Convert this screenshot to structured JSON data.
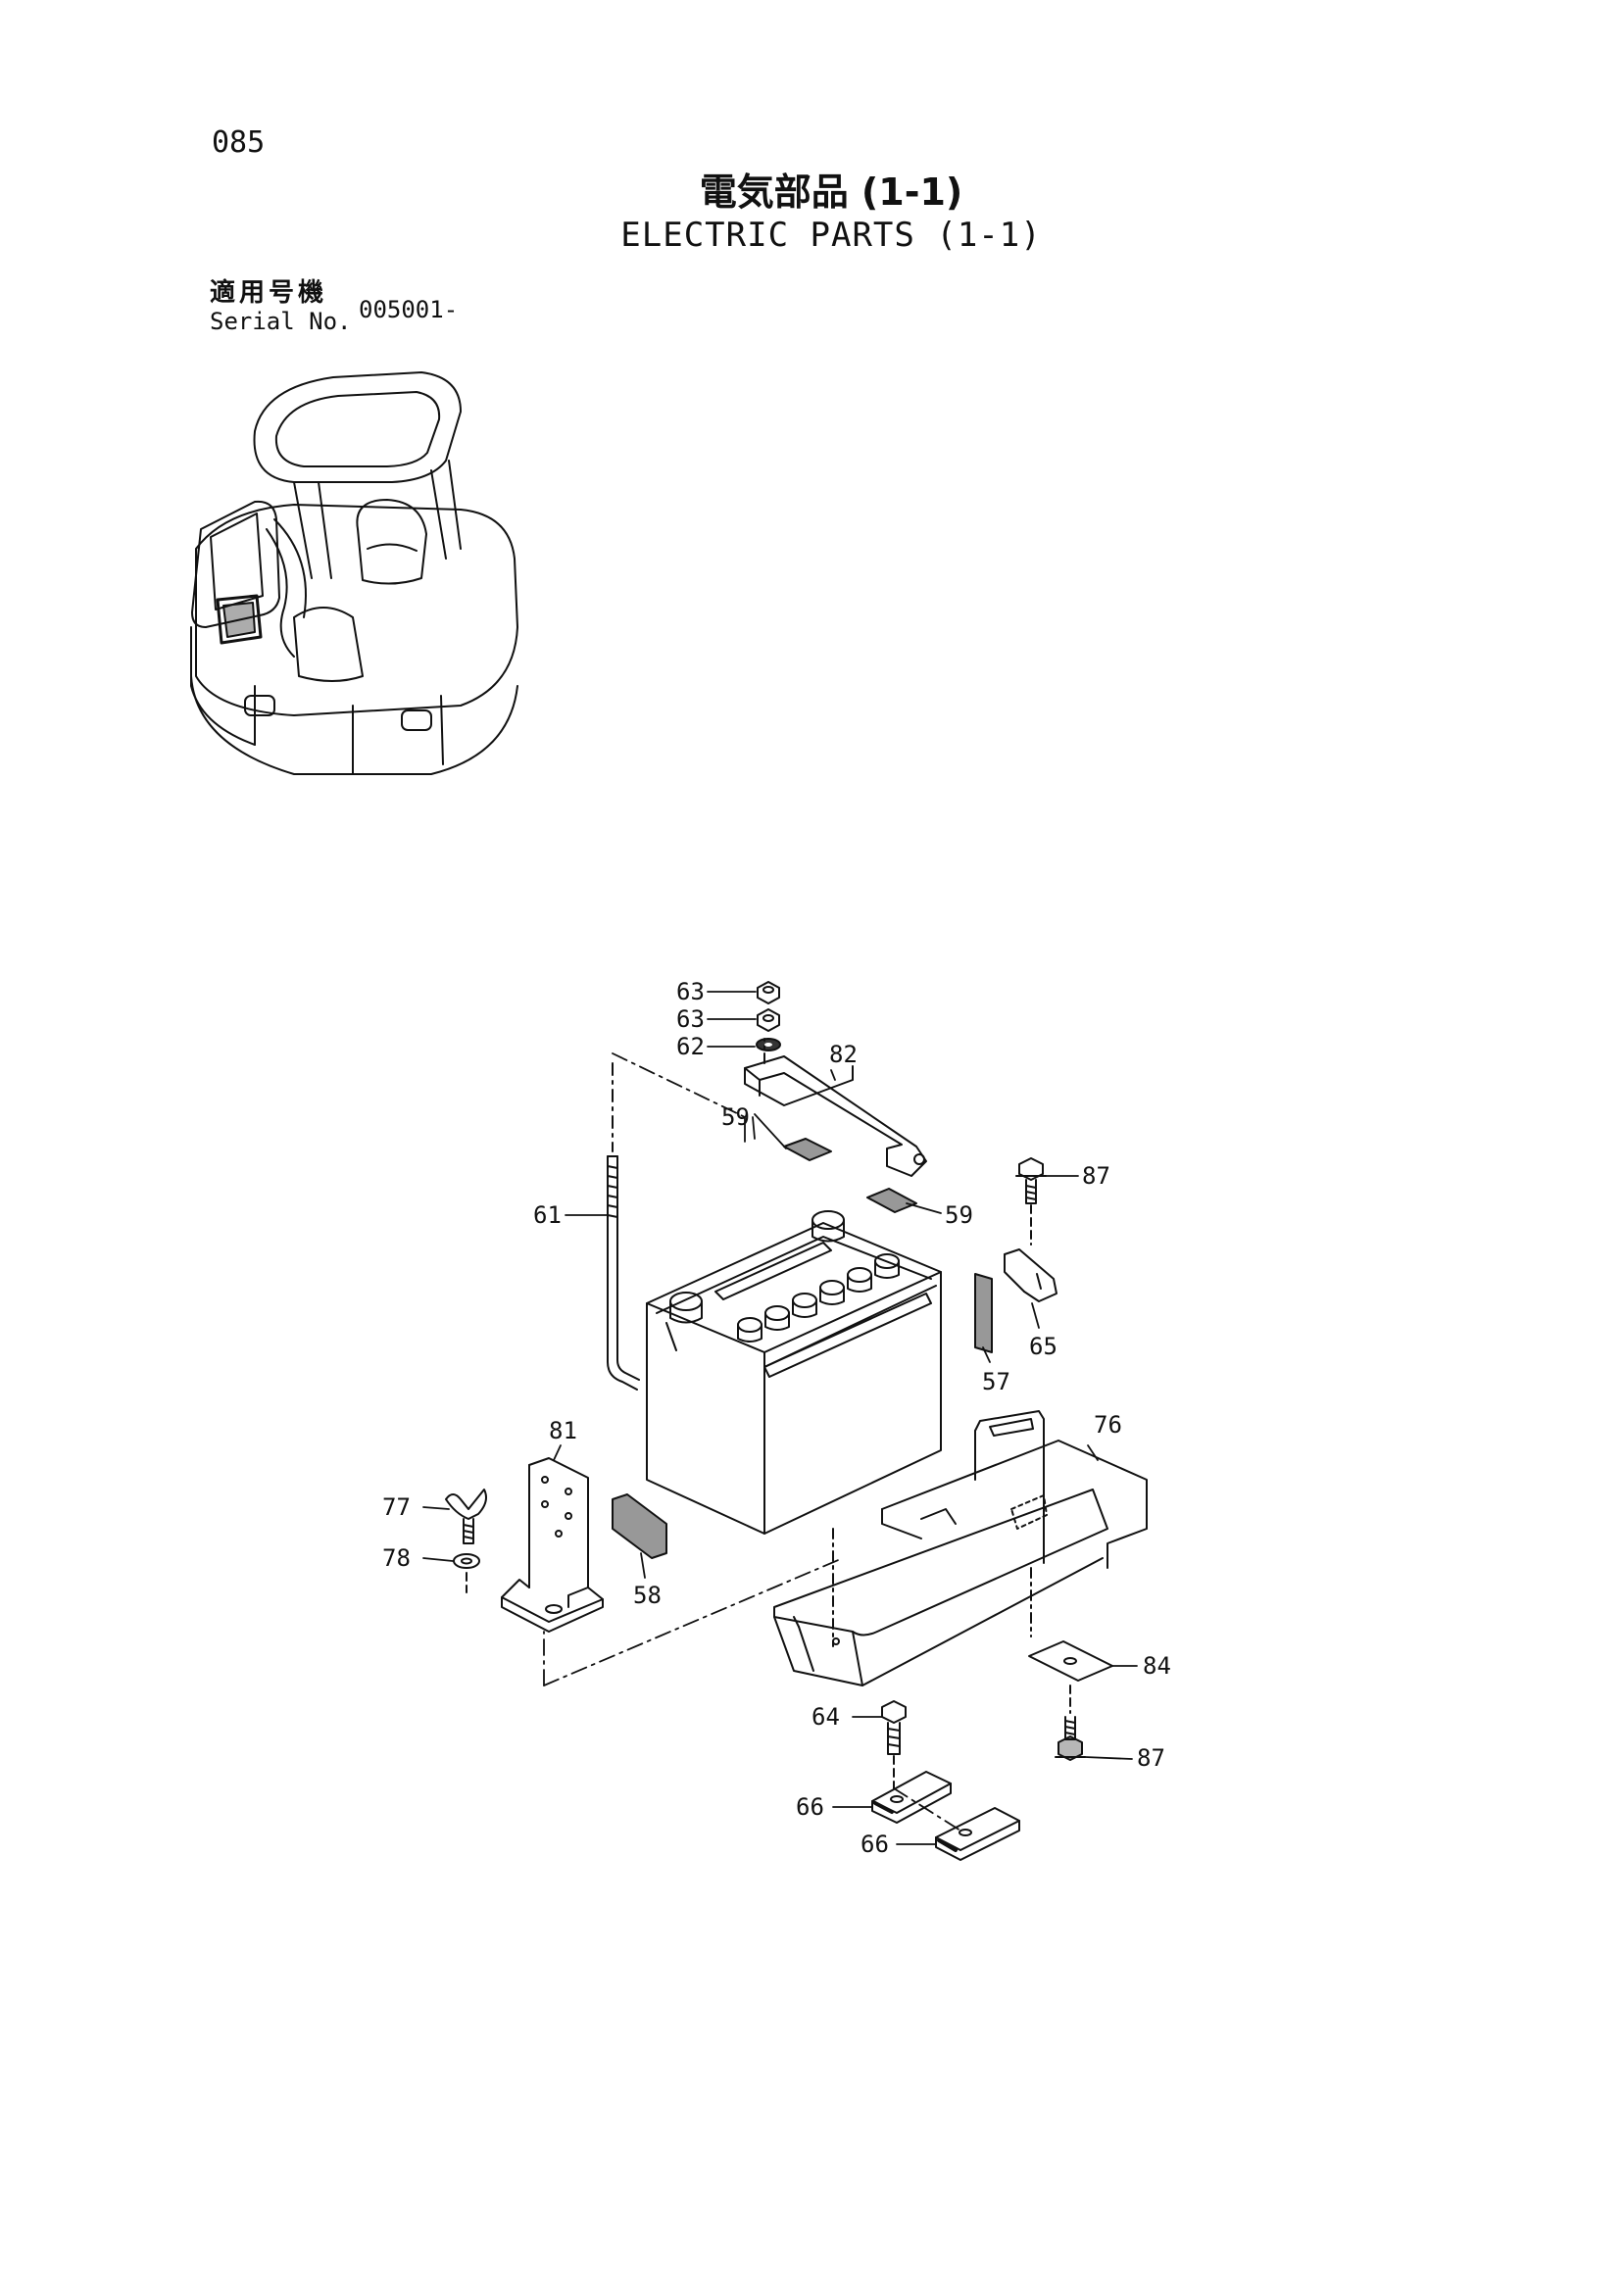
{
  "header": {
    "page_number": "085",
    "title_jp": "電気部品 (1-1)",
    "title_en": "ELECTRIC PARTS (1-1)",
    "serial_label_jp": "適用号機",
    "serial_label_en": "Serial No.",
    "serial_value": "005001-"
  },
  "callouts": [
    {
      "id": "c63a",
      "number": "63"
    },
    {
      "id": "c63b",
      "number": "63"
    },
    {
      "id": "c62",
      "number": "62"
    },
    {
      "id": "c82",
      "number": "82"
    },
    {
      "id": "c59a",
      "number": "59"
    },
    {
      "id": "c59b",
      "number": "59"
    },
    {
      "id": "c87a",
      "number": "87"
    },
    {
      "id": "c61",
      "number": "61"
    },
    {
      "id": "c57",
      "number": "57"
    },
    {
      "id": "c65",
      "number": "65"
    },
    {
      "id": "c76",
      "number": "76"
    },
    {
      "id": "c81",
      "number": "81"
    },
    {
      "id": "c77",
      "number": "77"
    },
    {
      "id": "c78",
      "number": "78"
    },
    {
      "id": "c58",
      "number": "58"
    },
    {
      "id": "c84",
      "number": "84"
    },
    {
      "id": "c64",
      "number": "64"
    },
    {
      "id": "c87b",
      "number": "87"
    },
    {
      "id": "c66a",
      "number": "66"
    },
    {
      "id": "c66b",
      "number": "66"
    }
  ]
}
